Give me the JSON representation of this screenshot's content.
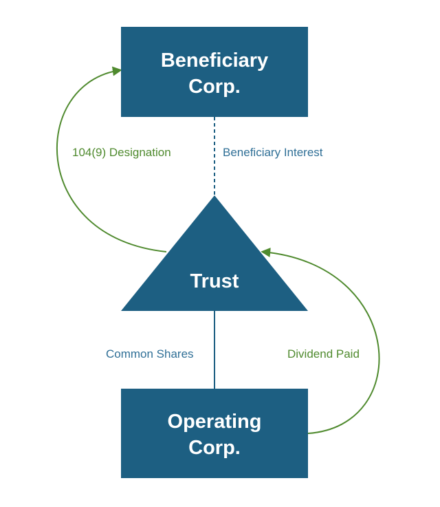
{
  "colors": {
    "node_fill": "#1d5f82",
    "node_text": "#ffffff",
    "green": "#4f8a2e",
    "blue_label": "#2f6f96"
  },
  "nodes": {
    "beneficiary": {
      "line1": "Beneficiary",
      "line2": "Corp."
    },
    "trust": {
      "label": "Trust"
    },
    "operating": {
      "line1": "Operating",
      "line2": "Corp."
    }
  },
  "edges": {
    "designation": "104(9) Designation",
    "beneficiary_interest": "Beneficiary Interest",
    "common_shares": "Common Shares",
    "dividend_paid": "Dividend Paid"
  }
}
